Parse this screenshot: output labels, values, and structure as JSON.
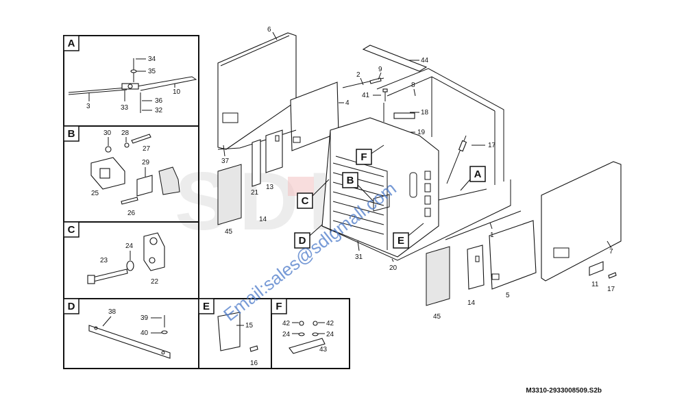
{
  "drawing_code": "M3310-2933008509.S2b",
  "watermark": {
    "logo_text": "SDLG",
    "email": "Email:sales@sdlgmall.com"
  },
  "detail_panels": [
    {
      "letter": "A",
      "parts": [
        "34",
        "35",
        "10",
        "3",
        "33",
        "36",
        "32"
      ]
    },
    {
      "letter": "B",
      "parts": [
        "30",
        "28",
        "27",
        "29",
        "26",
        "25"
      ]
    },
    {
      "letter": "C",
      "parts": [
        "24",
        "23",
        "22"
      ]
    },
    {
      "letter": "D",
      "parts": [
        "38",
        "39",
        "40"
      ]
    },
    {
      "letter": "E",
      "parts": [
        "15",
        "16"
      ]
    },
    {
      "letter": "F",
      "parts": [
        "42",
        "24",
        "42",
        "24",
        "43"
      ]
    }
  ],
  "main_view": {
    "callouts": [
      "A",
      "B",
      "C",
      "D",
      "E",
      "F"
    ],
    "part_numbers": [
      "6",
      "44",
      "2",
      "9",
      "8",
      "41",
      "4",
      "18",
      "19",
      "17",
      "37",
      "21",
      "13",
      "45",
      "14",
      "31",
      "20",
      "1",
      "7",
      "5",
      "11",
      "17",
      "14",
      "45"
    ]
  },
  "colors": {
    "line": "#111111",
    "watermark": "#4a78c8",
    "logo": "#dddddd",
    "logo_red": "#f4c6c6"
  }
}
